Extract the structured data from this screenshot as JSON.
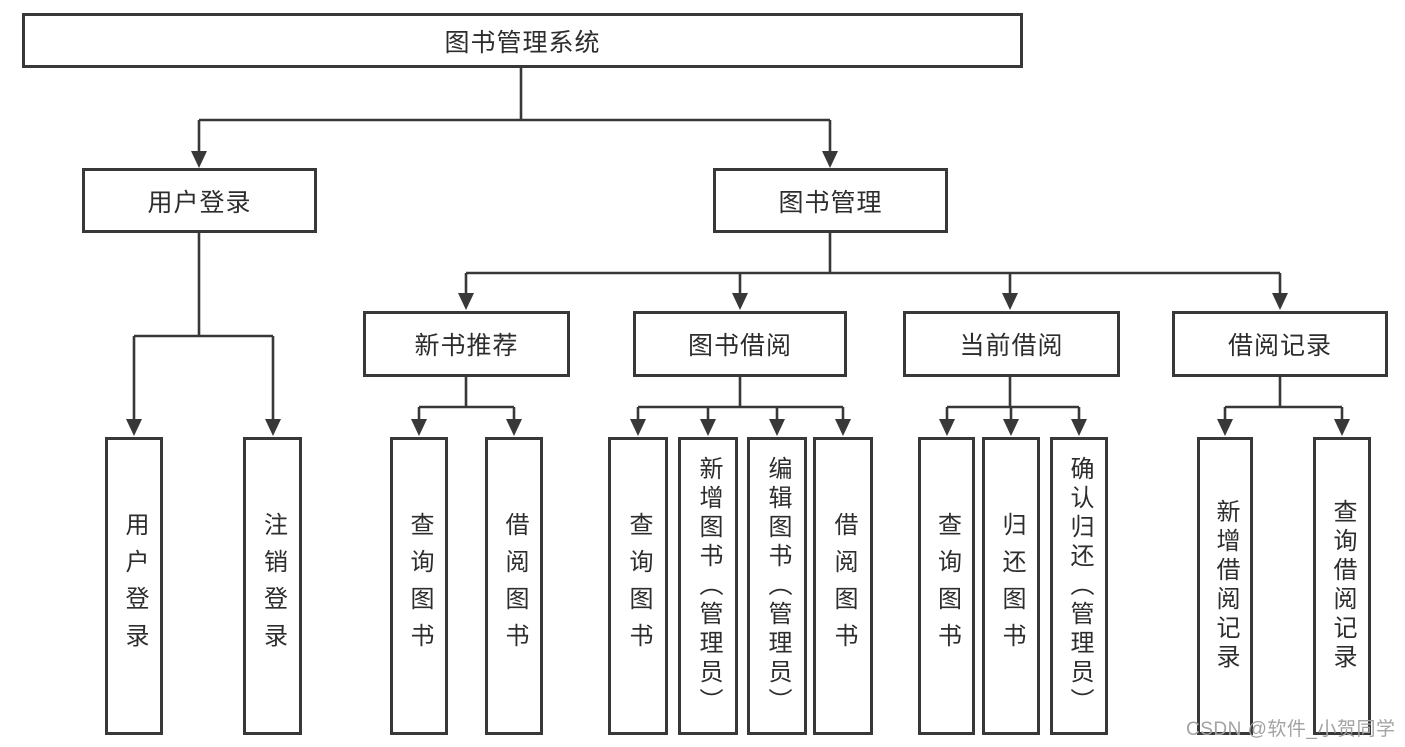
{
  "diagram": {
    "title": "图书管理系统",
    "watermark": "CSDN @软件_小贺同学",
    "colors": {
      "line": "#383838",
      "box_border": "#383838",
      "text": "#2d2d2d",
      "watermark": "#a3a3a3",
      "background": "#ffffff"
    },
    "root": {
      "label": "图书管理系统"
    },
    "branches": [
      {
        "label": "用户登录",
        "children": [
          {
            "label": "用户登录"
          },
          {
            "label": "注销登录"
          }
        ]
      },
      {
        "label": "图书管理",
        "children": [
          {
            "label": "新书推荐",
            "children": [
              {
                "label": "查询图书"
              },
              {
                "label": "借阅图书"
              }
            ]
          },
          {
            "label": "图书借阅",
            "children": [
              {
                "label": "查询图书"
              },
              {
                "label": "新增图书（管理员）"
              },
              {
                "label": "编辑图书（管理员）"
              },
              {
                "label": "借阅图书"
              }
            ]
          },
          {
            "label": "当前借阅",
            "children": [
              {
                "label": "查询图书"
              },
              {
                "label": "归还图书"
              },
              {
                "label": "确认归还（管理员）"
              }
            ]
          },
          {
            "label": "借阅记录",
            "children": [
              {
                "label": "新增借阅记录"
              },
              {
                "label": "查询借阅记录"
              }
            ]
          }
        ]
      }
    ]
  }
}
